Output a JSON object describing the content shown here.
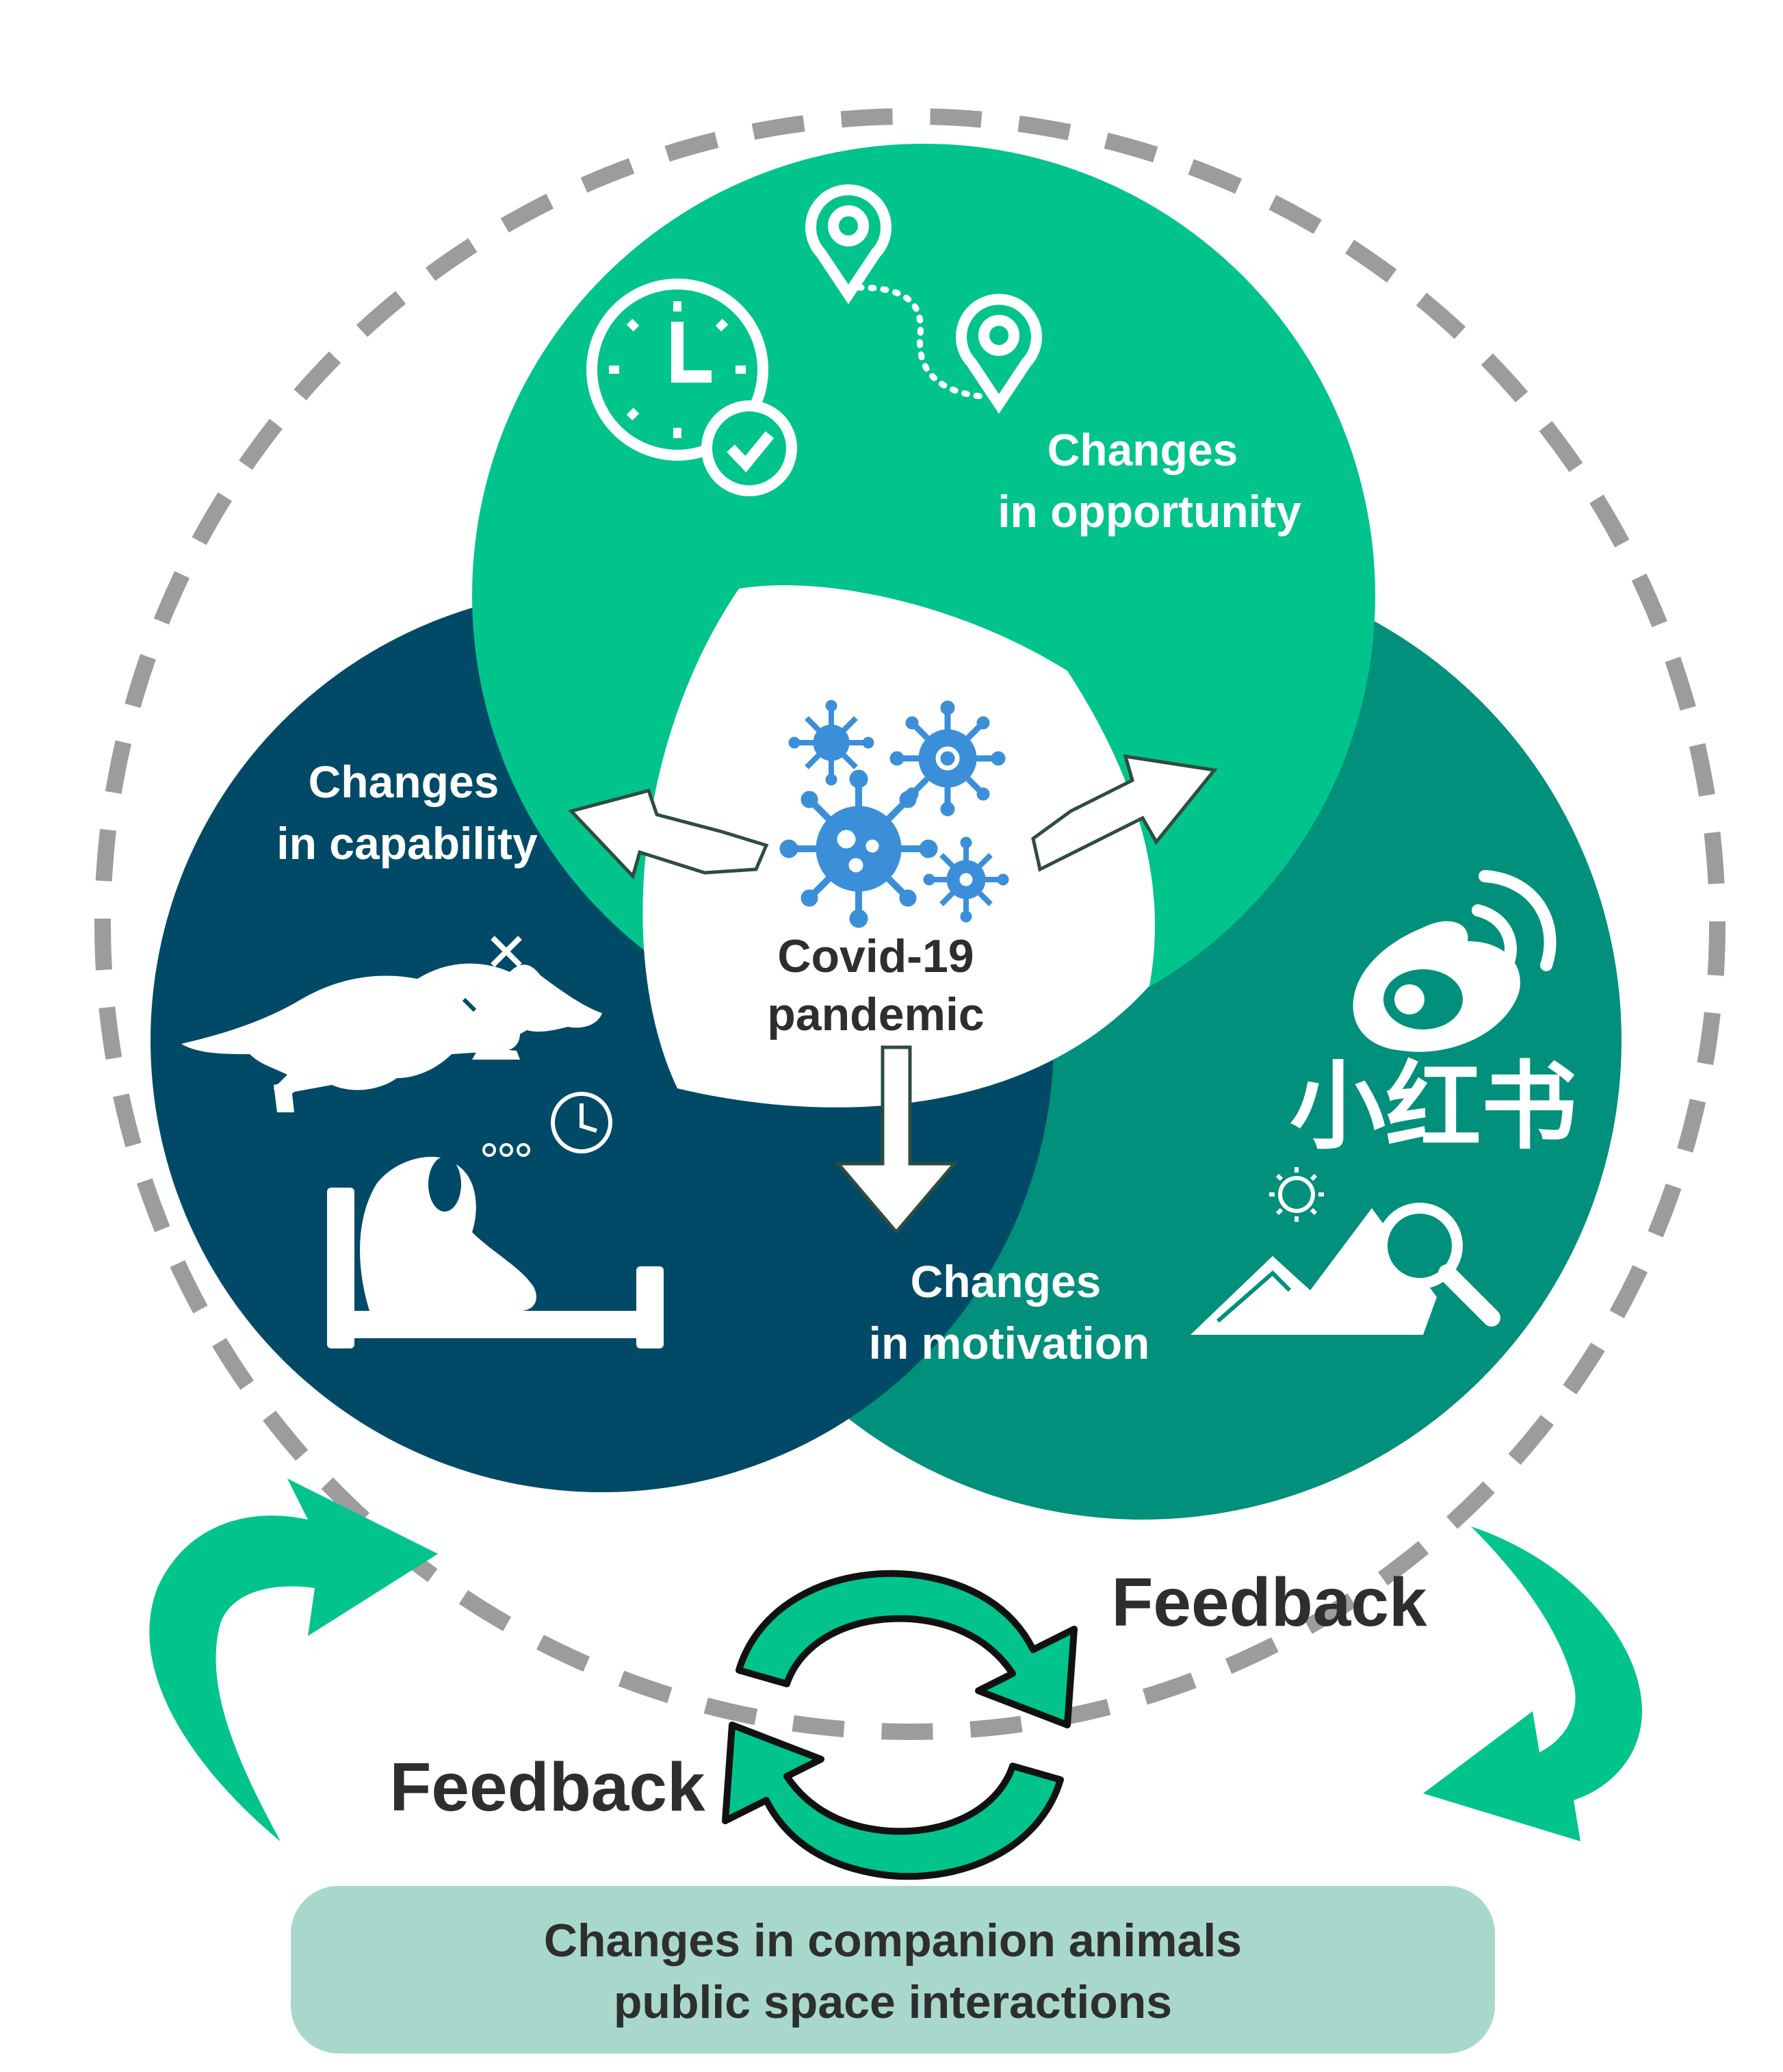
{
  "center": {
    "line1": "Covid-19",
    "line2": "pandemic"
  },
  "opportunity": {
    "line1": "Changes",
    "line2": "in opportunity"
  },
  "capability": {
    "line1": "Changes",
    "line2": "in capability"
  },
  "motivation": {
    "line1": "Changes",
    "line2": "in motivation"
  },
  "feedback": {
    "right": "Feedback",
    "left": "Feedback"
  },
  "logo": {
    "xiaohongshu": "小红书"
  },
  "outcome": {
    "line1": "Changes in companion animals",
    "line2": "public space interactions"
  },
  "colors": {
    "opportunity": "#00c48c",
    "capability": "#004a68",
    "motivation": "#00907b",
    "arrows": "#00c48c",
    "virus": "#3b8fd8",
    "outcome_box": "#a8d8cc",
    "dashed_ring": "#9c9c9c",
    "text_dark": "#2e2e2e"
  }
}
